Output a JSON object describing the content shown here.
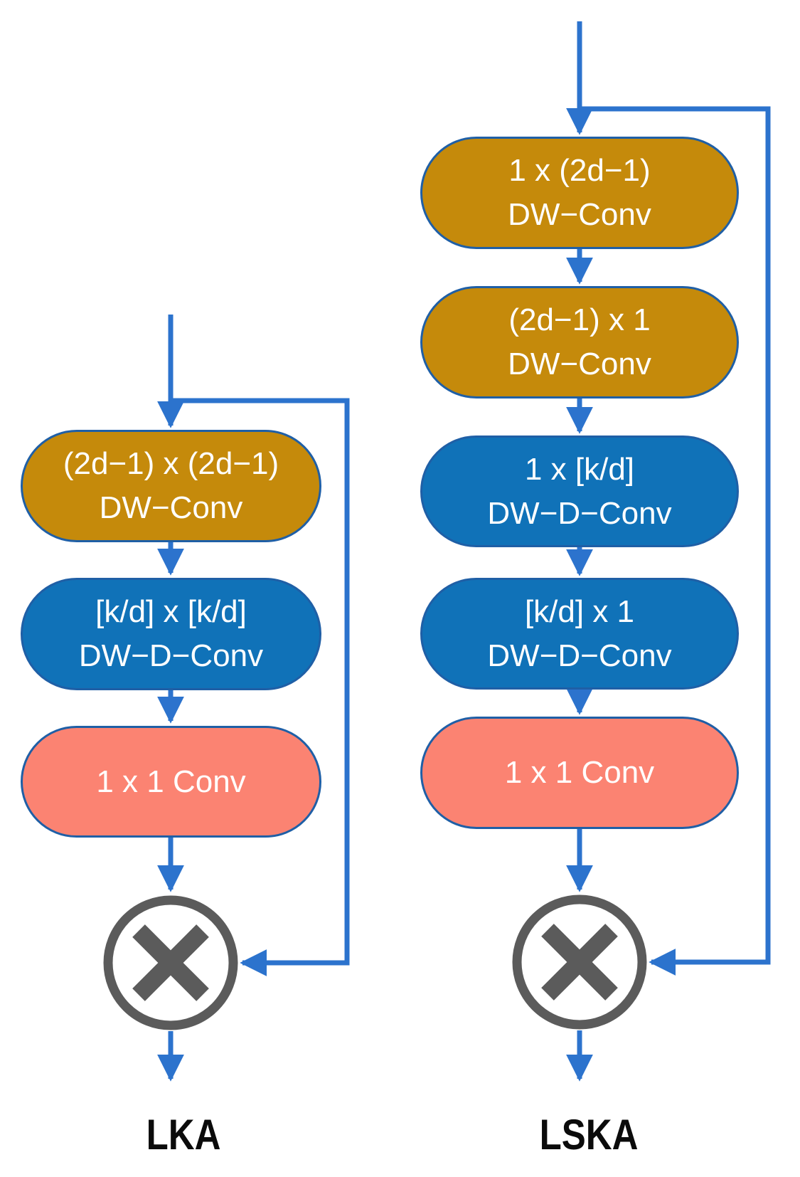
{
  "figure": {
    "type": "architecture-flow-diagram",
    "description": "Comparison of LKA and LSKA attention module structures"
  },
  "colors": {
    "gold": "#C58A0B",
    "blue": "#1072B8",
    "salmon": "#FB8372",
    "border": "#1F5FA6",
    "arrow": "#2C73CD",
    "opgray": "#5B5B5B",
    "label": "#0B0B0B",
    "bg": "#FFFFFF"
  },
  "diagrams": [
    {
      "label": "LKA",
      "blocks": [
        {
          "type": "gold",
          "line1": "(2d−1) x (2d−1)",
          "line2": "DW−Conv"
        },
        {
          "type": "blue",
          "line1": "[k/d] x [k/d]",
          "line2": "DW−D−Conv"
        },
        {
          "type": "salmon",
          "line1": "1 x 1 Conv"
        }
      ],
      "operator": {
        "icon": "multiply-icon",
        "meaning": "element-wise multiplication",
        "symbol": "×"
      }
    },
    {
      "label": "LSKA",
      "blocks": [
        {
          "type": "gold",
          "line1": "1 x (2d−1)",
          "line2": "DW−Conv"
        },
        {
          "type": "gold",
          "line1": "(2d−1) x 1",
          "line2": "DW−Conv"
        },
        {
          "type": "blue",
          "line1": "1 x [k/d]",
          "line2": "DW−D−Conv"
        },
        {
          "type": "blue",
          "line1": "[k/d] x 1",
          "line2": "DW−D−Conv"
        },
        {
          "type": "salmon",
          "line1": "1 x 1 Conv"
        }
      ],
      "operator": {
        "icon": "multiply-icon",
        "meaning": "element-wise multiplication",
        "symbol": "×"
      }
    }
  ]
}
